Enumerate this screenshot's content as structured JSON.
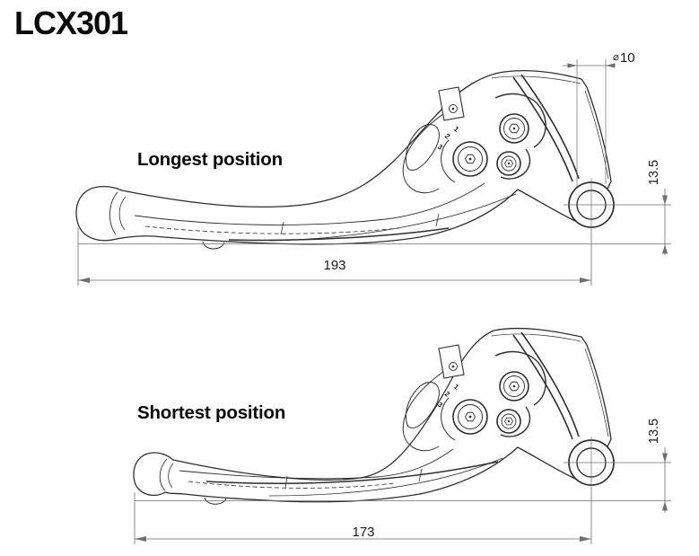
{
  "title": "LCX301",
  "top_view": {
    "label": "Longest position",
    "length": "193",
    "pivot_height": "13.5",
    "hole_diameter_symbol": "⌀",
    "hole_diameter": "10"
  },
  "bottom_view": {
    "label": "Shortest position",
    "length": "173",
    "pivot_height": "13.5"
  },
  "adjuster": {
    "numbers": [
      "3",
      "2",
      "1"
    ]
  },
  "colors": {
    "outline": "#2e2e2e",
    "dimension": "#6e6e6e",
    "text": "#0a0a0a",
    "background": "#ffffff"
  }
}
